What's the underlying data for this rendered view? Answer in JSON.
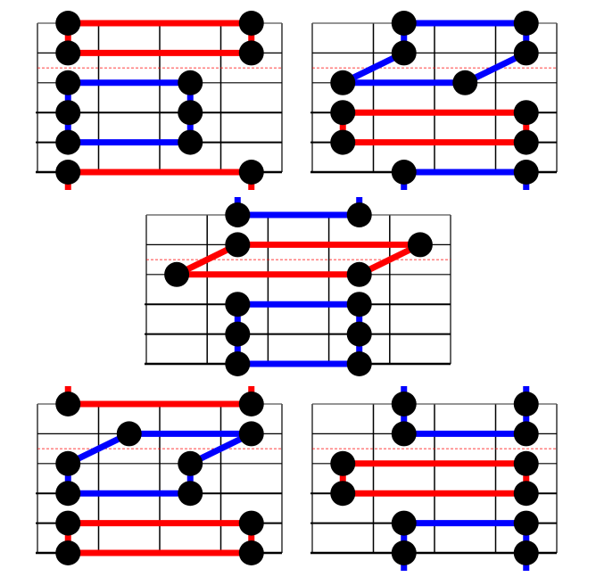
{
  "colors": {
    "red": "#ff0000",
    "blue": "#0000ff",
    "node": "#000000",
    "grid": "#000000",
    "dashed": "#ff0000"
  },
  "panels": [
    {
      "columns": 4,
      "rows": 5,
      "nodes": [
        [
          0.5,
          0
        ],
        [
          3.5,
          0
        ],
        [
          0.5,
          1
        ],
        [
          3.5,
          1
        ],
        [
          0.5,
          2
        ],
        [
          2.5,
          2
        ],
        [
          0.5,
          3
        ],
        [
          2.5,
          3
        ],
        [
          0.5,
          4
        ],
        [
          2.5,
          4
        ],
        [
          0.5,
          5
        ],
        [
          3.5,
          5
        ]
      ],
      "edges": [
        [
          0,
          1,
          "red"
        ],
        [
          2,
          3,
          "red"
        ],
        [
          0,
          2,
          "red"
        ],
        [
          1,
          3,
          "red"
        ],
        [
          10,
          11,
          "red"
        ],
        [
          4,
          5,
          "blue"
        ],
        [
          8,
          9,
          "blue"
        ],
        [
          4,
          6,
          "blue"
        ],
        [
          6,
          8,
          "blue"
        ],
        [
          5,
          7,
          "blue"
        ],
        [
          7,
          9,
          "blue"
        ]
      ],
      "stubs": [
        [
          10,
          "down",
          "red"
        ],
        [
          11,
          "down",
          "red"
        ]
      ]
    },
    {
      "columns": 4,
      "rows": 5,
      "nodes": [
        [
          1.5,
          0
        ],
        [
          3.5,
          0
        ],
        [
          1.5,
          1
        ],
        [
          3.5,
          1
        ],
        [
          0.5,
          2
        ],
        [
          2.5,
          2
        ],
        [
          0.5,
          3
        ],
        [
          3.5,
          3
        ],
        [
          0.5,
          4
        ],
        [
          3.5,
          4
        ],
        [
          1.5,
          5
        ],
        [
          3.5,
          5
        ]
      ],
      "edges": [
        [
          0,
          1,
          "blue"
        ],
        [
          0,
          2,
          "blue"
        ],
        [
          1,
          3,
          "blue"
        ],
        [
          2,
          4,
          "blue"
        ],
        [
          4,
          5,
          "blue"
        ],
        [
          5,
          3,
          "blue"
        ],
        [
          6,
          7,
          "red"
        ],
        [
          8,
          9,
          "red"
        ],
        [
          6,
          8,
          "red"
        ],
        [
          7,
          9,
          "red"
        ],
        [
          10,
          11,
          "blue"
        ]
      ],
      "stubs": [
        [
          10,
          "down",
          "blue"
        ],
        [
          11,
          "down",
          "blue"
        ]
      ]
    },
    {
      "columns": 5,
      "rows": 5,
      "nodes": [
        [
          1.5,
          0
        ],
        [
          3.5,
          0
        ],
        [
          1.5,
          1
        ],
        [
          4.5,
          1
        ],
        [
          0.5,
          2
        ],
        [
          3.5,
          2
        ],
        [
          1.5,
          3
        ],
        [
          3.5,
          3
        ],
        [
          1.5,
          4
        ],
        [
          3.5,
          4
        ],
        [
          1.5,
          5
        ],
        [
          3.5,
          5
        ]
      ],
      "edges": [
        [
          0,
          1,
          "blue"
        ],
        [
          2,
          3,
          "red"
        ],
        [
          4,
          5,
          "red"
        ],
        [
          4,
          2,
          "red"
        ],
        [
          5,
          3,
          "red"
        ],
        [
          6,
          7,
          "blue"
        ],
        [
          10,
          11,
          "blue"
        ],
        [
          6,
          8,
          "blue"
        ],
        [
          8,
          10,
          "blue"
        ],
        [
          7,
          9,
          "blue"
        ],
        [
          9,
          11,
          "blue"
        ]
      ],
      "stubs": [
        [
          0,
          "up",
          "blue"
        ],
        [
          1,
          "up",
          "blue"
        ]
      ]
    },
    {
      "columns": 4,
      "rows": 5,
      "nodes": [
        [
          0.5,
          0
        ],
        [
          3.5,
          0
        ],
        [
          1.5,
          1
        ],
        [
          3.5,
          1
        ],
        [
          0.5,
          2
        ],
        [
          2.5,
          2
        ],
        [
          0.5,
          3
        ],
        [
          2.5,
          3
        ],
        [
          0.5,
          4
        ],
        [
          3.5,
          4
        ],
        [
          0.5,
          5
        ],
        [
          3.5,
          5
        ]
      ],
      "edges": [
        [
          0,
          1,
          "red"
        ],
        [
          2,
          3,
          "blue"
        ],
        [
          4,
          2,
          "blue"
        ],
        [
          5,
          3,
          "blue"
        ],
        [
          4,
          6,
          "blue"
        ],
        [
          5,
          7,
          "blue"
        ],
        [
          6,
          7,
          "blue"
        ],
        [
          8,
          9,
          "red"
        ],
        [
          10,
          11,
          "red"
        ],
        [
          8,
          10,
          "red"
        ],
        [
          9,
          11,
          "red"
        ]
      ],
      "stubs": [
        [
          0,
          "up",
          "red"
        ],
        [
          1,
          "up",
          "red"
        ]
      ]
    },
    {
      "columns": 4,
      "rows": 5,
      "nodes": [
        [
          1.5,
          0
        ],
        [
          3.5,
          0
        ],
        [
          1.5,
          1
        ],
        [
          3.5,
          1
        ],
        [
          0.5,
          2
        ],
        [
          3.5,
          2
        ],
        [
          0.5,
          3
        ],
        [
          3.5,
          3
        ],
        [
          1.5,
          4
        ],
        [
          3.5,
          4
        ],
        [
          1.5,
          5
        ],
        [
          3.5,
          5
        ]
      ],
      "edges": [
        [
          0,
          2,
          "blue"
        ],
        [
          1,
          3,
          "blue"
        ],
        [
          2,
          3,
          "blue"
        ],
        [
          4,
          5,
          "red"
        ],
        [
          6,
          7,
          "red"
        ],
        [
          4,
          6,
          "red"
        ],
        [
          5,
          7,
          "red"
        ],
        [
          8,
          9,
          "blue"
        ],
        [
          8,
          10,
          "blue"
        ],
        [
          9,
          11,
          "blue"
        ]
      ],
      "stubs": [
        [
          0,
          "up",
          "blue"
        ],
        [
          1,
          "up",
          "blue"
        ],
        [
          10,
          "down",
          "blue"
        ],
        [
          11,
          "down",
          "blue"
        ]
      ]
    }
  ]
}
